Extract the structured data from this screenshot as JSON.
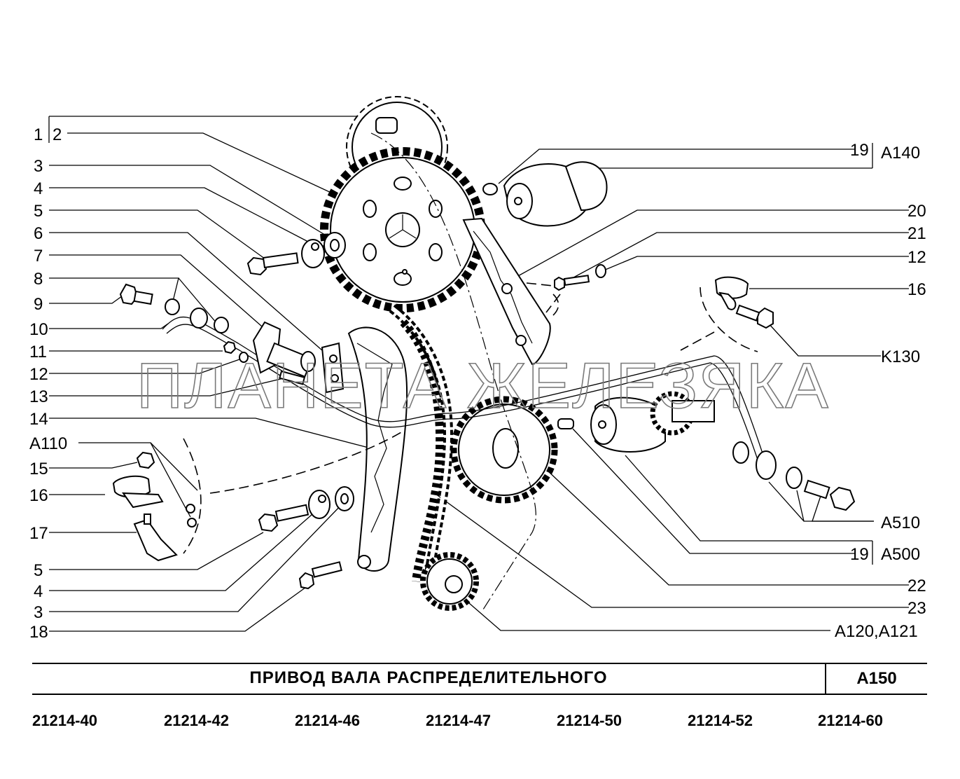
{
  "callouts_left": [
    "1",
    "2",
    "3",
    "4",
    "5",
    "6",
    "7",
    "8",
    "9",
    "10",
    "11",
    "12",
    "13",
    "14",
    "A110",
    "15",
    "16",
    "17",
    "5",
    "4",
    "3",
    "18"
  ],
  "callouts_right": [
    "19",
    "A140",
    "20",
    "21",
    "12",
    "16",
    "K130",
    "A510",
    "19",
    "A500",
    "22",
    "23",
    "A120,A121"
  ],
  "watermark": "ПЛАНЕТА ЖЕЛЕЗЯКА",
  "title": "ПРИВОД   ВАЛА   РАСПРЕДЕЛИТЕЛЬНОГО",
  "section_code": "A150",
  "models": [
    "21214-40",
    "21214-42",
    "21214-46",
    "21214-47",
    "21214-50",
    "21214-52",
    "21214-60"
  ]
}
